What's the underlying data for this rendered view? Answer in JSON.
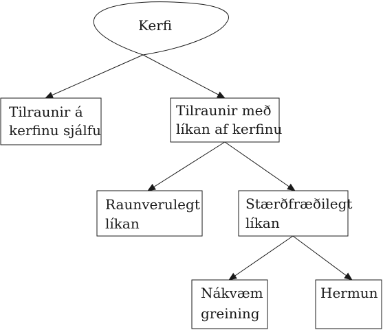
{
  "diagram": {
    "root": {
      "label": "Kerfi"
    },
    "nodes": {
      "experiments_on_system": {
        "line1": "Tilraunir á",
        "line2": "kerfinu sjálfu"
      },
      "experiments_with_model": {
        "line1": "Tilraunir með",
        "line2": "líkan af kerfinu"
      },
      "physical_model": {
        "line1": "Raunverulegt",
        "line2": "líkan"
      },
      "mathematical_model": {
        "line1": "Stærðfræðilegt",
        "line2": "líkan"
      },
      "exact_analysis": {
        "line1": "Nákvæm",
        "line2": "greining"
      },
      "simulation": {
        "line1": "Hermun"
      }
    },
    "colors": {
      "stroke": "#1a1a1a",
      "text": "#1a1a1a",
      "background": "#ffffff"
    }
  }
}
